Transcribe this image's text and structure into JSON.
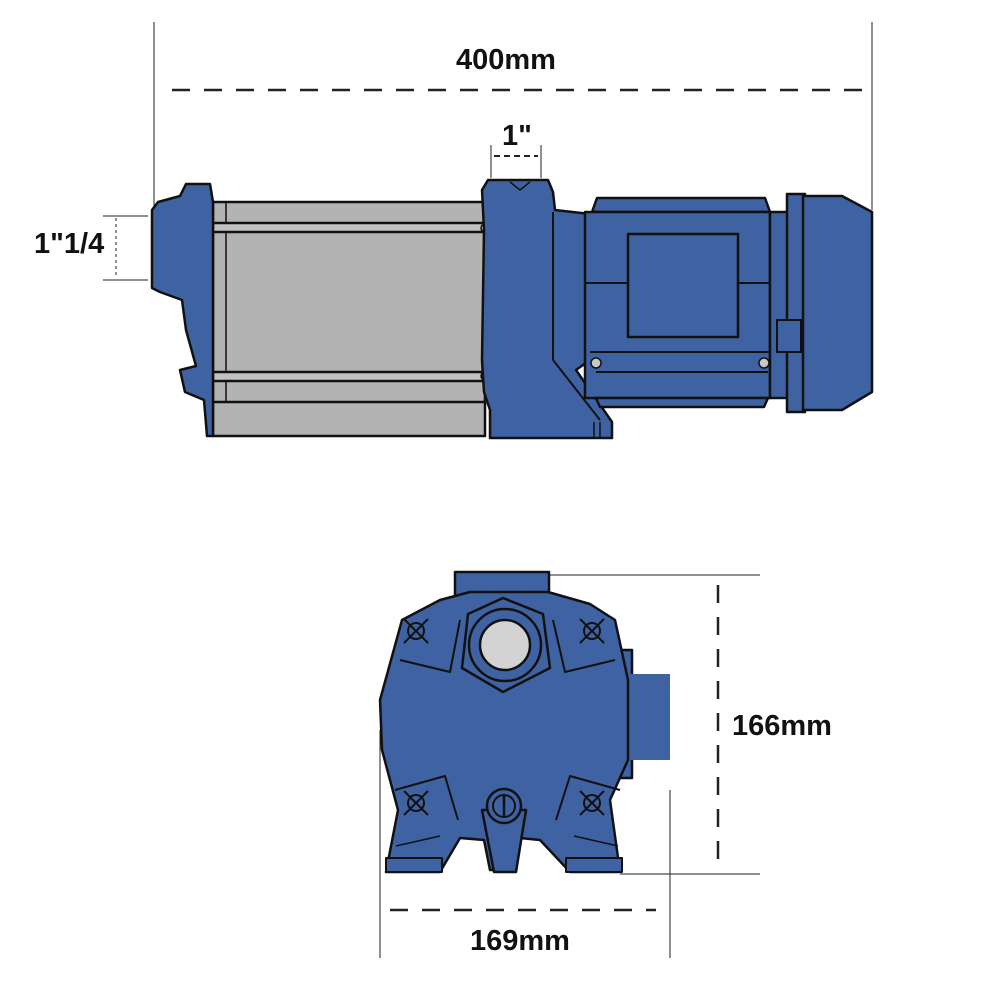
{
  "diagram": {
    "subject": "Multistage horizontal surface pump dimensional drawing",
    "views": [
      {
        "name": "side-view"
      },
      {
        "name": "front-view"
      }
    ],
    "dimensions": {
      "overall_length": "400mm",
      "outlet_connection": "1\"",
      "inlet_connection": "1\"1/4",
      "height": "166mm",
      "width": "169mm"
    },
    "colors": {
      "body": "#3F62A3",
      "stage_casing": "#B3B3B3",
      "port_bore": "#D3D3D3",
      "outline": "#111111",
      "dimension_line": "#222222"
    }
  }
}
